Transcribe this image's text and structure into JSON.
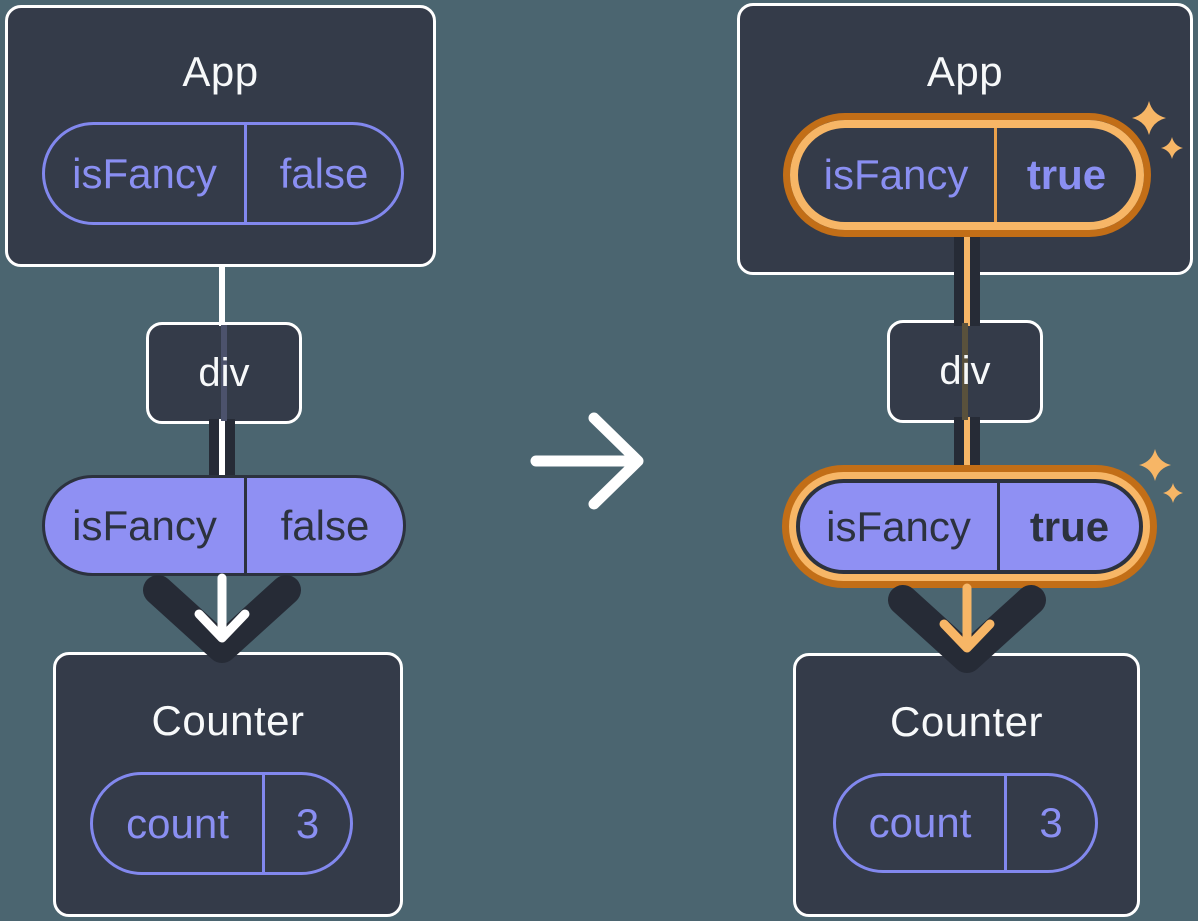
{
  "diagram_description": "Prop flow tree before and after state change: App passes isFancy through div to Counter",
  "panels": {
    "before": {
      "app_title": "App",
      "app_prop": {
        "name": "isFancy",
        "value": "false",
        "highlighted": false
      },
      "div_label": "div",
      "passed_prop": {
        "name": "isFancy",
        "value": "false",
        "highlighted": false
      },
      "counter_title": "Counter",
      "counter_state": {
        "name": "count",
        "value": "3"
      }
    },
    "after": {
      "app_title": "App",
      "app_prop": {
        "name": "isFancy",
        "value": "true",
        "highlighted": true
      },
      "div_label": "div",
      "passed_prop": {
        "name": "isFancy",
        "value": "true",
        "highlighted": true
      },
      "counter_title": "Counter",
      "counter_state": {
        "name": "count",
        "value": "3"
      }
    }
  },
  "icons": {
    "transition": "arrow-right-icon",
    "prop_flow": "arrow-down-icon",
    "highlight": "sparkles-icon"
  },
  "colors": {
    "background": "#4B6570",
    "card": "#343B49",
    "card_border": "#FFFFFF",
    "purple_stroke": "#8288EE",
    "purple_text": "#8A8FF2",
    "purple_fill": "#8F90F3",
    "ink": "#262B36",
    "orange_light": "#F7B666",
    "orange_dark": "#C26E17"
  }
}
